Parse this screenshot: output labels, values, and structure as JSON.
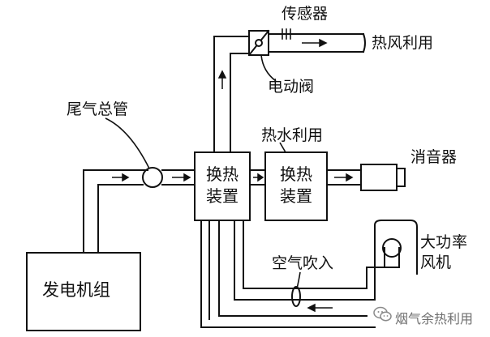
{
  "labels": {
    "sensor": "传感器",
    "hot_air_use": "热风利用",
    "electric_valve": "电动阀",
    "exhaust_main_pipe": "尾气总管",
    "hot_water_use": "热水利用",
    "muffler": "消音器",
    "high_power_fan_line1": "大功",
    "high_power_fan_line2": "率",
    "high_power_fan_line3": "风机",
    "air_blow_in": "空气吹入",
    "generator_set": "发电机组",
    "heat_exchanger_1_line1": "换热",
    "heat_exchanger_1_line2": "装置",
    "heat_exchanger_2_line1": "换热",
    "heat_exchanger_2_line2": "装置"
  },
  "watermark": {
    "text": "烟气余热利用",
    "icon": "wechat-logo-icon"
  },
  "colors": {
    "line": "#111111",
    "background": "#ffffff",
    "watermark": "#6f6f6f"
  }
}
